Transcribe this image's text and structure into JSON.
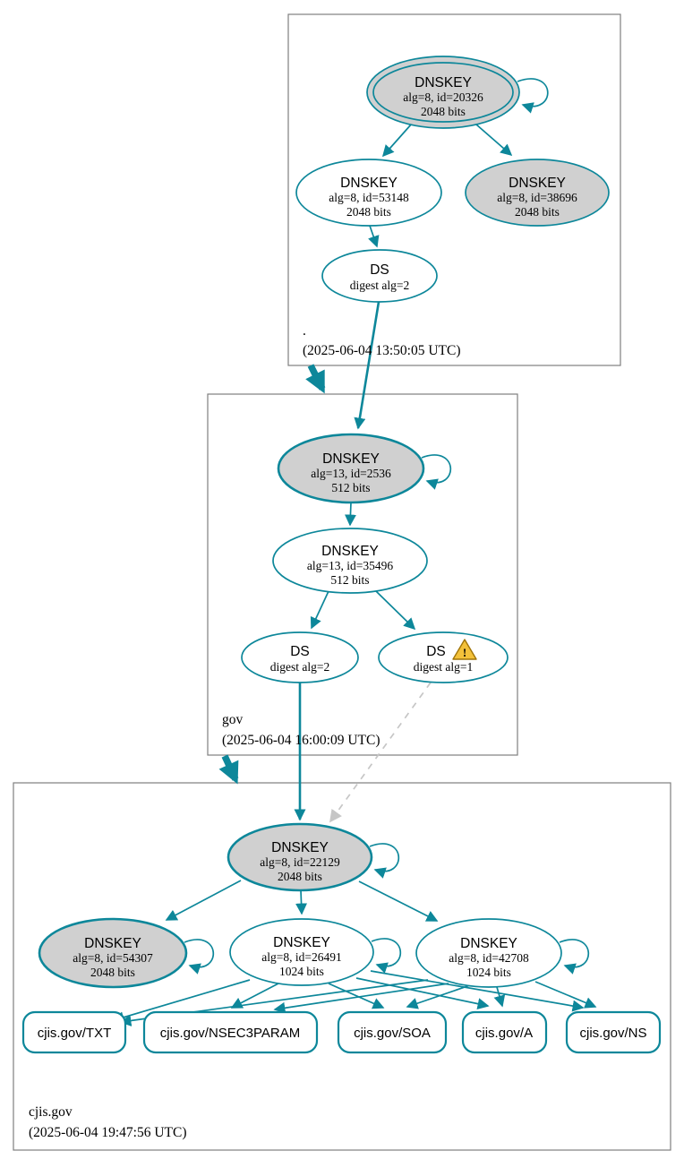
{
  "colors": {
    "teal": "#0d879a",
    "node_fill_gray": "#d0d0d0",
    "zone_box_gray": "#7f7f7f",
    "dashed_gray": "#c6c6c6",
    "warning_yellow": "#f3c13a",
    "warning_border": "#a07408"
  },
  "zones": {
    "root": {
      "name": ".",
      "timestamp": "(2025-06-04 13:50:05 UTC)"
    },
    "gov": {
      "name": "gov",
      "timestamp": "(2025-06-04 16:00:09 UTC)"
    },
    "cjis": {
      "name": "cjis.gov",
      "timestamp": "(2025-06-04 19:47:56 UTC)"
    }
  },
  "nodes": {
    "root_ksk_20326": {
      "title": "DNSKEY",
      "algo": "alg=8, id=20326",
      "bits": "2048 bits"
    },
    "root_zsk_53148": {
      "title": "DNSKEY",
      "algo": "alg=8, id=53148",
      "bits": "2048 bits"
    },
    "root_key_38696": {
      "title": "DNSKEY",
      "algo": "alg=8, id=38696",
      "bits": "2048 bits"
    },
    "root_ds": {
      "title": "DS",
      "algo": "digest alg=2"
    },
    "gov_ksk_2536": {
      "title": "DNSKEY",
      "algo": "alg=13, id=2536",
      "bits": "512 bits"
    },
    "gov_zsk_35496": {
      "title": "DNSKEY",
      "algo": "alg=13, id=35496",
      "bits": "512 bits"
    },
    "gov_ds_2": {
      "title": "DS",
      "algo": "digest alg=2"
    },
    "gov_ds_1": {
      "title": "DS",
      "algo": "digest alg=1",
      "warning": "!"
    },
    "cjis_ksk_22129": {
      "title": "DNSKEY",
      "algo": "alg=8, id=22129",
      "bits": "2048 bits"
    },
    "cjis_key_54307": {
      "title": "DNSKEY",
      "algo": "alg=8, id=54307",
      "bits": "2048 bits"
    },
    "cjis_zsk_26491": {
      "title": "DNSKEY",
      "algo": "alg=8, id=26491",
      "bits": "1024 bits"
    },
    "cjis_zsk_42708": {
      "title": "DNSKEY",
      "algo": "alg=8, id=42708",
      "bits": "1024 bits"
    }
  },
  "records": [
    {
      "label": "cjis.gov/TXT"
    },
    {
      "label": "cjis.gov/NSEC3PARAM"
    },
    {
      "label": "cjis.gov/SOA"
    },
    {
      "label": "cjis.gov/A"
    },
    {
      "label": "cjis.gov/NS"
    }
  ]
}
